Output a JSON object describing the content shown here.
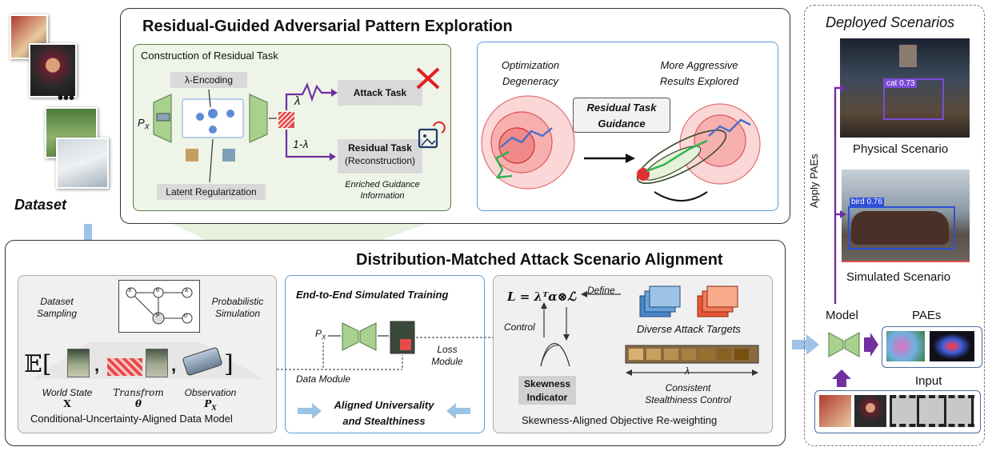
{
  "dataset": {
    "label": "Dataset"
  },
  "top_panel": {
    "title": "Residual-Guided Adversarial Pattern Exploration",
    "residual_task": {
      "title": "Construction of Residual Task",
      "lambda_encoding": "λ-Encoding",
      "px_label": "P",
      "px_sub": "X",
      "lambda": "λ",
      "one_minus_lambda": "1-λ",
      "attack_task": "Attack Task",
      "residual_task_line1": "Residual Task",
      "residual_task_line2": "(Reconstruction)",
      "latent_regularization": "Latent Regularization",
      "enriched_line1": "Enriched Guidance",
      "enriched_line2": "Information"
    },
    "right": {
      "opt_deg_line1": "Optimization",
      "opt_deg_line2": "Degeneracy",
      "aggr_line1": "More Aggressive",
      "aggr_line2": "Results Explored",
      "guidance_line1": "Residual Task",
      "guidance_line2": "Guidance"
    }
  },
  "bottom_panel": {
    "title": "Distribution-Matched Attack Scenario Alignment",
    "data_model": {
      "dataset_sampling_line1": "Dataset",
      "dataset_sampling_line2": "Sampling",
      "prob_sim_line1": "Probabilistic",
      "prob_sim_line2": "Simulation",
      "expectation": "𝔼[",
      "bracket_close": "]",
      "comma": ",",
      "world_state": "World State",
      "world_state_sym": "X",
      "transform": "Transfrom",
      "transform_sym": "θ",
      "observation": "Observation",
      "observation_sym": "P",
      "observation_sub": "X",
      "caption": "Conditional-Uncertainty-Aligned Data Model",
      "graph_nodes": [
        "X",
        "θ",
        "a",
        "P",
        "o'"
      ]
    },
    "training": {
      "title": "End-to-End Simulated Training",
      "px_label": "P",
      "px_sub": "X",
      "data_module": "Data Module",
      "loss_module_line1": "Loss",
      "loss_module_line2": "Module",
      "aligned_line1": "Aligned Universality",
      "aligned_line2": "and Stealthiness"
    },
    "reweight": {
      "formula": "L = λᵀα⊗ℒ",
      "define": "Define",
      "control": "Control",
      "diverse_targets": "Diverse Attack Targets",
      "skewness_line1": "Skewness",
      "skewness_line2": "Indicator",
      "lambda": "λ",
      "consistent_line1": "Consistent",
      "consistent_line2": "Stealthiness Control",
      "caption": "Skewness-Aligned Objective Re-weighting"
    }
  },
  "deployed": {
    "title": "Deployed Scenarios",
    "apply": "Apply PAEs",
    "physical": "Physical Scenario",
    "simulated": "Simulated Scenario",
    "det_physical": "cat  0.73",
    "det_simulated": "bird  0.76",
    "model": "Model",
    "paes": "PAEs",
    "input": "Input"
  },
  "colors": {
    "green_fill": "#a9d18e",
    "purple": "#7030a0",
    "blue_arrow": "#9dc3e6",
    "red_circle": "#f4a7a7",
    "panel_tint": "#eef4e8"
  }
}
